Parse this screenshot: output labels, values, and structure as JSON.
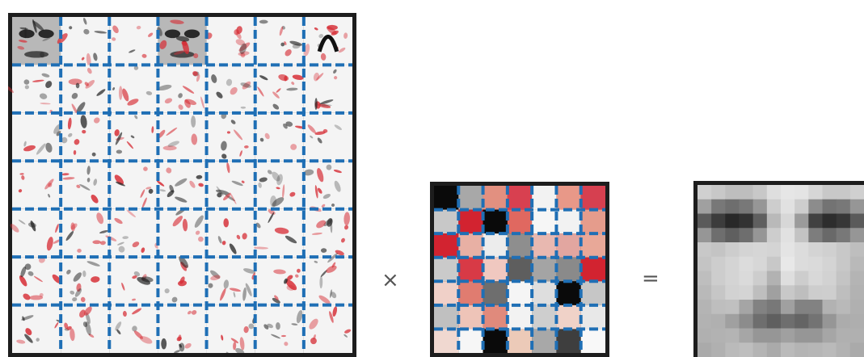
{
  "operators": {
    "times": "×",
    "equals": "="
  },
  "colors": {
    "grid_line": "#1f6fb5",
    "frame": "#1d1d1d",
    "positive": "#d0262f",
    "negative": "#111111",
    "neutral": "#f4f4f4"
  },
  "basis_grid": {
    "rows": 7,
    "cols": 7
  },
  "coefficient_grid": {
    "rows": 7,
    "cols": 7,
    "cells": [
      [
        "#0a0a0a",
        "#a8a8a8",
        "#e29080",
        "#d84050",
        "#f2f2f2",
        "#e89888",
        "#d64050"
      ],
      [
        "#c8c8c8",
        "#d22330",
        "#0a0a0a",
        "#e06860",
        "#f6f6f6",
        "#f2f2f2",
        "#e59c8c"
      ],
      [
        "#d22330",
        "#e8b0a4",
        "#ececec",
        "#8e8e8e",
        "#e8b8b0",
        "#e2a6a0",
        "#e8a898"
      ],
      [
        "#cacaca",
        "#d83a46",
        "#f0c8c0",
        "#5e5e5e",
        "#a4a4a4",
        "#8a8a8a",
        "#d22330"
      ],
      [
        "#f0d0c8",
        "#e07c70",
        "#6e6e6e",
        "#f5f5f5",
        "#dedede",
        "#0a0a0a",
        "#c6c6c6"
      ],
      [
        "#c0c0c0",
        "#eec4b8",
        "#e08a7c",
        "#f2f2f2",
        "#cecece",
        "#f0d2c8",
        "#e8e8e8"
      ],
      [
        "#f0d8d0",
        "#f6f6f6",
        "#0a0a0a",
        "#eccab8",
        "#a8a8a8",
        "#3e3e3e",
        "#f8f8f8"
      ]
    ]
  },
  "face_image": {
    "rows": 12,
    "cols": 12,
    "pixels": [
      [
        208,
        200,
        190,
        190,
        200,
        222,
        230,
        228,
        214,
        200,
        200,
        208
      ],
      [
        160,
        120,
        110,
        120,
        150,
        205,
        225,
        205,
        140,
        115,
        120,
        150
      ],
      [
        90,
        60,
        40,
        50,
        95,
        185,
        215,
        155,
        65,
        45,
        55,
        90
      ],
      [
        150,
        110,
        95,
        110,
        150,
        205,
        225,
        195,
        125,
        105,
        120,
        150
      ],
      [
        200,
        196,
        205,
        212,
        214,
        212,
        228,
        220,
        212,
        208,
        200,
        190
      ],
      [
        196,
        205,
        212,
        220,
        215,
        200,
        232,
        220,
        218,
        212,
        200,
        185
      ],
      [
        190,
        205,
        212,
        218,
        205,
        178,
        222,
        205,
        216,
        210,
        196,
        180
      ],
      [
        185,
        198,
        210,
        212,
        190,
        160,
        200,
        190,
        205,
        206,
        190,
        178
      ],
      [
        180,
        190,
        192,
        165,
        130,
        120,
        160,
        130,
        130,
        178,
        185,
        176
      ],
      [
        178,
        176,
        160,
        140,
        110,
        95,
        110,
        100,
        115,
        150,
        172,
        174
      ],
      [
        176,
        178,
        180,
        166,
        150,
        150,
        160,
        150,
        150,
        166,
        176,
        176
      ],
      [
        170,
        176,
        186,
        190,
        180,
        170,
        186,
        180,
        182,
        186,
        178,
        170
      ]
    ]
  }
}
